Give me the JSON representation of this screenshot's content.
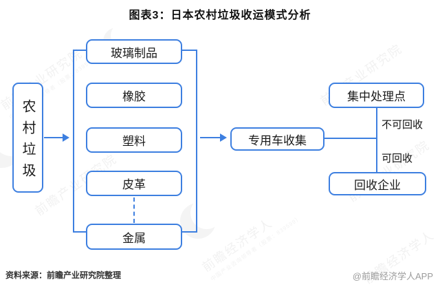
{
  "title": "图表3：日本农村垃圾收运模式分析",
  "colors": {
    "accent": "#3d7fe0",
    "text": "#1a1a1a",
    "muted": "#9b9b9b"
  },
  "diagram": {
    "source_node": "农村垃圾",
    "categories": [
      "玻璃制品",
      "橡胶",
      "塑料",
      "皮革",
      "金属"
    ],
    "collection_node": "专用车收集",
    "branch_labels": {
      "top": "不可回收",
      "bottom": "可回收"
    },
    "destinations": {
      "top": "集中处理点",
      "bottom": "回收企业"
    }
  },
  "footer": {
    "source": "资料来源：前瞻产业研究院整理",
    "credit": "@前瞻经济学人APP"
  },
  "watermarks": {
    "institute": "前瞻产业研究院",
    "app": "前瞻经济学人",
    "tagline": "中国产业咨询领导者（股票：839599）"
  }
}
